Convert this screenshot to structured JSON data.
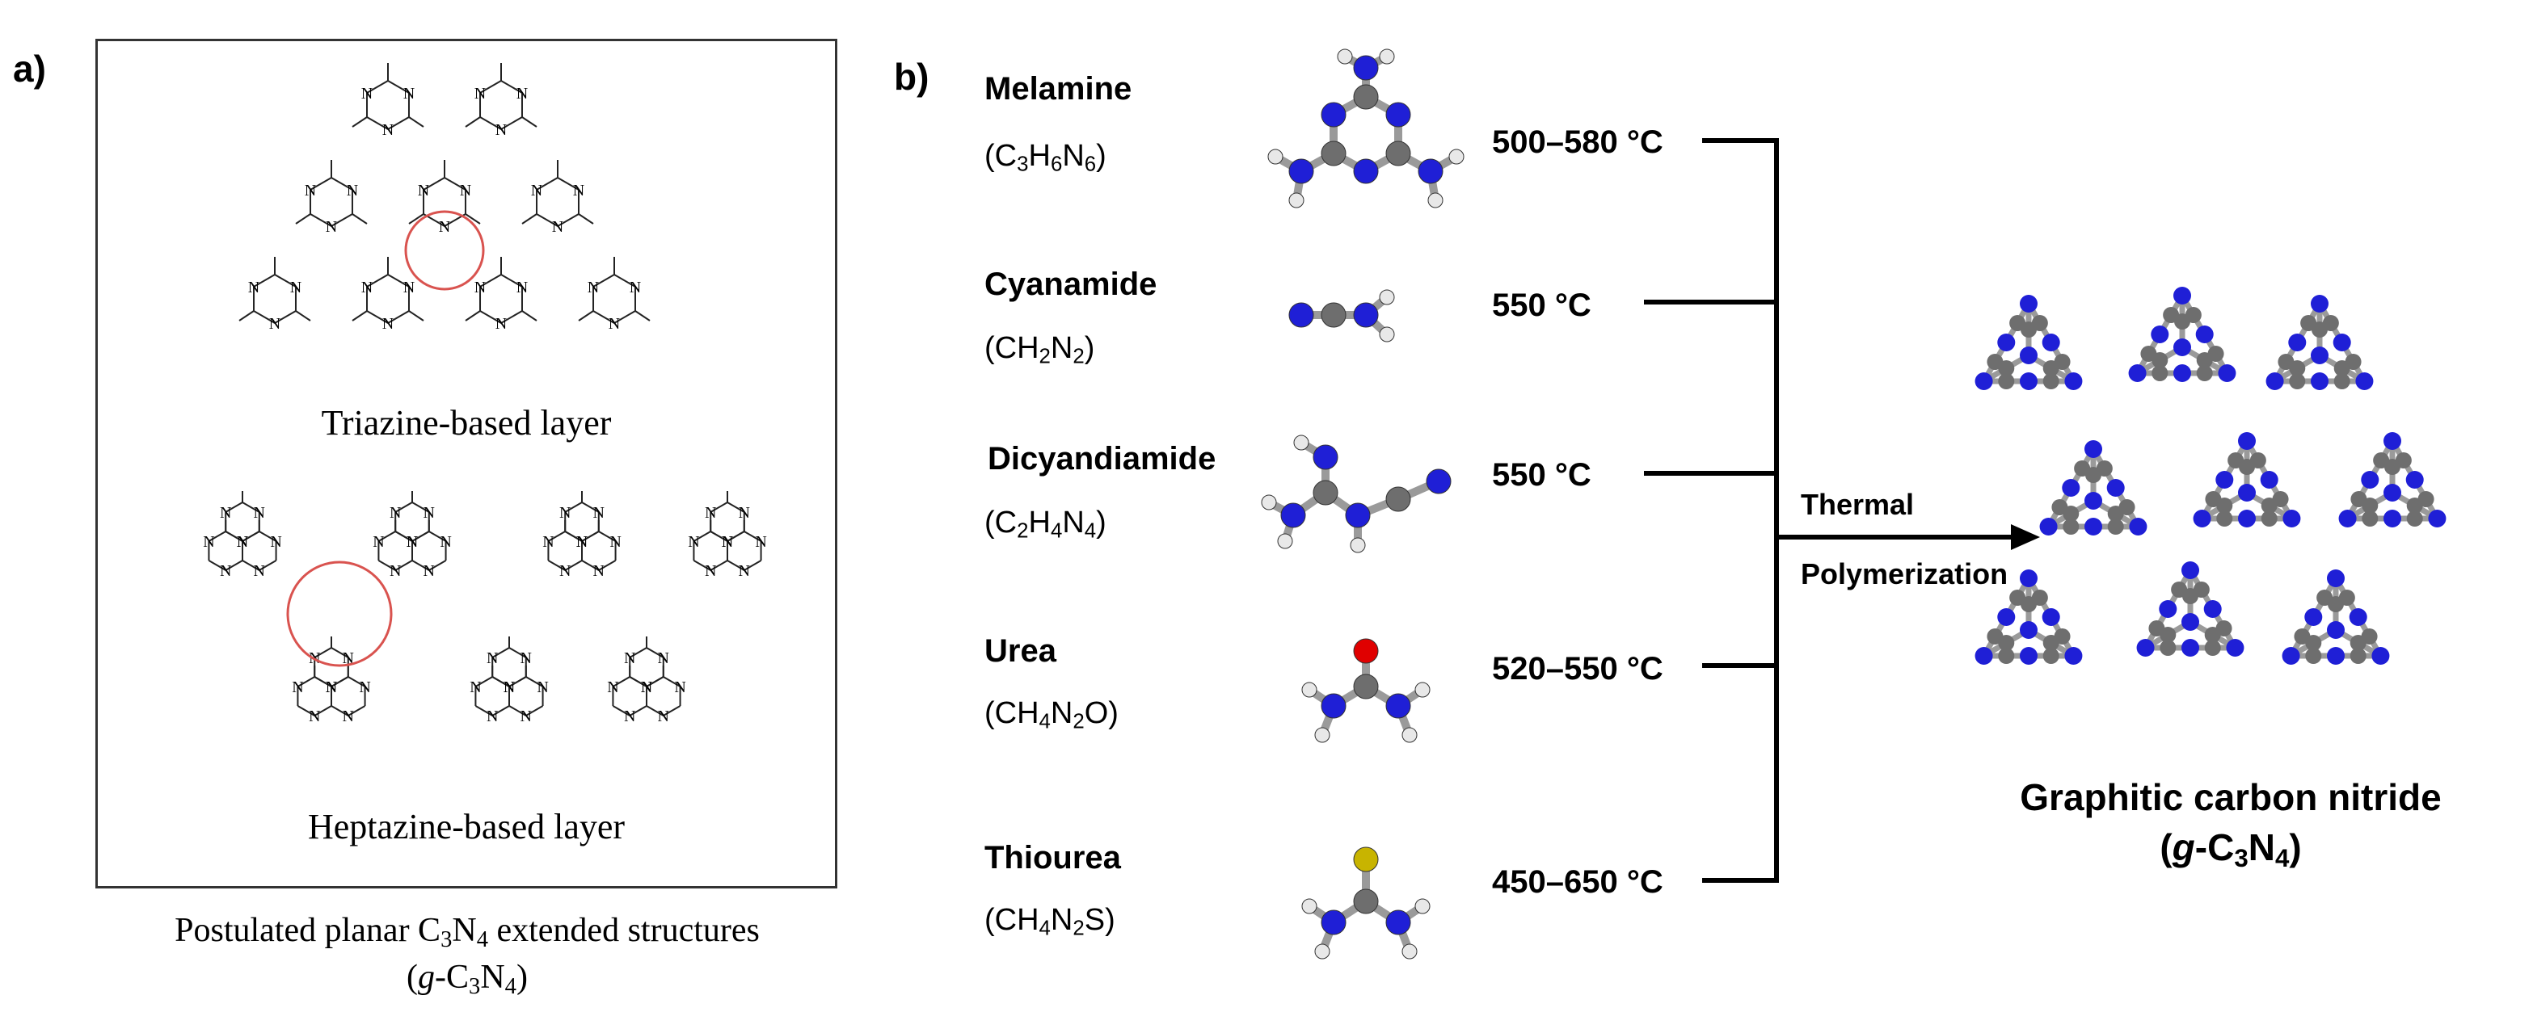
{
  "panel_a": {
    "letter": "a)",
    "triazine_label": "Triazine-based layer",
    "heptazine_label": "Heptazine-based layer",
    "caption_prefix": "Postulated planar C",
    "caption_sub1": "3",
    "caption_mid": "N",
    "caption_sub2": "4",
    "caption_suffix": " extended structures",
    "caption2_open": "(",
    "caption2_g": "g",
    "caption2_c": "-C",
    "caption2_sub1": "3",
    "caption2_n": "N",
    "caption2_sub2": "4",
    "caption2_close": ")",
    "atom_label": "N",
    "highlight_color": "#d9534f"
  },
  "panel_b": {
    "letter": "b)",
    "precursors": [
      {
        "name": "Melamine",
        "formula_parts": [
          "(C",
          "3",
          "H",
          "6",
          "N",
          "6",
          ")"
        ],
        "temp": "500–580 ",
        "unit": "°C"
      },
      {
        "name": "Cyanamide",
        "formula_parts": [
          "(CH",
          "2",
          "N",
          "2",
          ")"
        ],
        "temp": "550 ",
        "unit": "°C"
      },
      {
        "name": "Dicyandiamide",
        "formula_parts": [
          "(C",
          "2",
          "H",
          "4",
          "N",
          "4",
          ")"
        ],
        "temp": "550 ",
        "unit": "°C"
      },
      {
        "name": "Urea",
        "formula_parts": [
          "(CH",
          "4",
          "N",
          "2",
          "O)"
        ],
        "temp": "520–550 ",
        "unit": "°C"
      },
      {
        "name": "Thiourea",
        "formula_parts": [
          "(CH",
          "4",
          "N",
          "2",
          "S)"
        ],
        "temp": "450–650 ",
        "unit": "°C"
      }
    ],
    "arrow_label_1": "Thermal",
    "arrow_label_2": "Polymerization",
    "product_line1": "Graphitic carbon nitride",
    "product_open": "(",
    "product_g": "g",
    "product_c": "-C",
    "product_sub1": "3",
    "product_n": "N",
    "product_sub2": "4",
    "product_close": ")",
    "colors": {
      "nitrogen": "#1f1fd6",
      "carbon": "#6e6e6e",
      "hydrogen": "#e8e8e8",
      "oxygen": "#e00000",
      "sulfur": "#c8b400",
      "bond": "#9a9a9a"
    }
  }
}
